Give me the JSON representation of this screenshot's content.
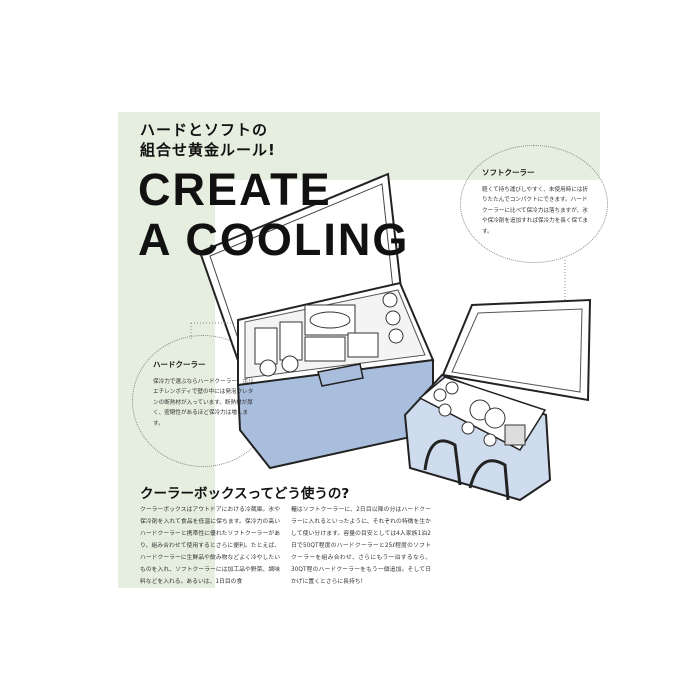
{
  "header": {
    "subtitle_line1": "ハードとソフトの",
    "subtitle_line2": "組合せ黄金ルール!",
    "headline_line1": "CREATE",
    "headline_line2": "A COOLING"
  },
  "soft_cooler": {
    "title": "ソフトクーラー",
    "text": "軽くて持ち運びしやすく、未使用時には折りたたんでコンパクトにできます。ハードクーラーに比べて保冷力は落ちますが、氷や保冷剤を追加すれば保冷力を長く保てます。"
  },
  "hard_cooler": {
    "title": "ハードクーラー",
    "text": "保冷力で選ぶならハードクーラー。ポリエチレンボディで壁の中には発泡ウレタンの断熱材が入っています。断熱材が厚く、密閉性があるほど保冷力は増します。"
  },
  "article": {
    "title": "クーラーボックスってどう使うの?",
    "col1": "クーラーボックスはアウトドアにおける冷蔵庫。氷や保冷剤を入れて食品を低温に保ちます。保冷力の高いハードクーラーと携帯性に優れたソフトクーラーがあり、組み合わせて使用するとさらに便利。たとえば、ハードクーラーに生鮮品や飲み物などよく冷やしたいものを入れ、ソフトクーラーには加工品や野菜、調味料などを入れる。あるいは、1日目の食",
    "col2": "糧はソフトクーラーに、2日目以降の分はハードクーラーに入れるといったように、それぞれの特徴を生かして使い分けます。容量の目安としては4人家族1泊2日で50QT程度のハードクーラーと25ℓ程度のソフトクーラーを組み合わせ、さらにもう一泊するなら、30QT程のハードクーラーをもう一個追加。そして日かげに置くとさらに長持ち!"
  },
  "colors": {
    "panel_green": "#e6eedf",
    "cooler_blue": "#a9bedd",
    "soft_blue": "#cfdcee"
  }
}
